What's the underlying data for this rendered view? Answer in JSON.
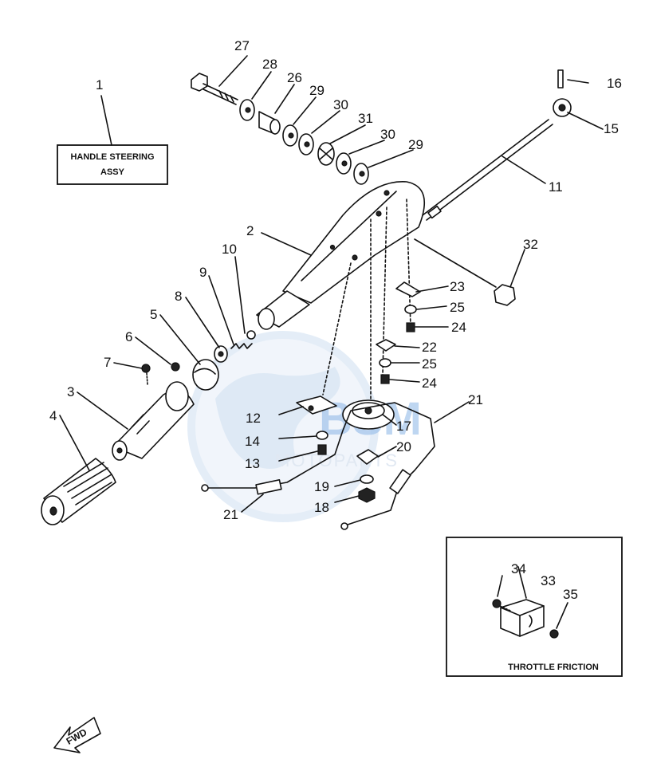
{
  "diagram": {
    "inset_top_label": [
      "HANDLE STEERING",
      "ASSY"
    ],
    "inset_bottom_label": "THROTTLE FRICTION",
    "fwd_label": "FWD",
    "watermark": {
      "logo": "BSM",
      "text": "MOTOPARTS",
      "colors": [
        "#2a77c9",
        "#cfe0f2"
      ]
    },
    "callouts": [
      {
        "id": "c1",
        "text": "1"
      },
      {
        "id": "c2",
        "text": "2"
      },
      {
        "id": "c3",
        "text": "3"
      },
      {
        "id": "c4",
        "text": "4"
      },
      {
        "id": "c5",
        "text": "5"
      },
      {
        "id": "c6",
        "text": "6"
      },
      {
        "id": "c7",
        "text": "7"
      },
      {
        "id": "c8",
        "text": "8"
      },
      {
        "id": "c9",
        "text": "9"
      },
      {
        "id": "c10",
        "text": "10"
      },
      {
        "id": "c11",
        "text": "11"
      },
      {
        "id": "c12",
        "text": "12"
      },
      {
        "id": "c13",
        "text": "13"
      },
      {
        "id": "c14",
        "text": "14"
      },
      {
        "id": "c15",
        "text": "15"
      },
      {
        "id": "c16",
        "text": "16"
      },
      {
        "id": "c17",
        "text": "17"
      },
      {
        "id": "c18",
        "text": "18"
      },
      {
        "id": "c19",
        "text": "19"
      },
      {
        "id": "c20",
        "text": "20"
      },
      {
        "id": "c21a",
        "text": "21"
      },
      {
        "id": "c21b",
        "text": "21"
      },
      {
        "id": "c22",
        "text": "22"
      },
      {
        "id": "c23",
        "text": "23"
      },
      {
        "id": "c24a",
        "text": "24"
      },
      {
        "id": "c24b",
        "text": "24"
      },
      {
        "id": "c25a",
        "text": "25"
      },
      {
        "id": "c25b",
        "text": "25"
      },
      {
        "id": "c26",
        "text": "26"
      },
      {
        "id": "c27",
        "text": "27"
      },
      {
        "id": "c28",
        "text": "28"
      },
      {
        "id": "c29a",
        "text": "29"
      },
      {
        "id": "c29b",
        "text": "29"
      },
      {
        "id": "c30a",
        "text": "30"
      },
      {
        "id": "c30b",
        "text": "30"
      },
      {
        "id": "c31",
        "text": "31"
      },
      {
        "id": "c32",
        "text": "32"
      },
      {
        "id": "c33",
        "text": "33"
      },
      {
        "id": "c34",
        "text": "34"
      },
      {
        "id": "c35",
        "text": "35"
      }
    ]
  }
}
